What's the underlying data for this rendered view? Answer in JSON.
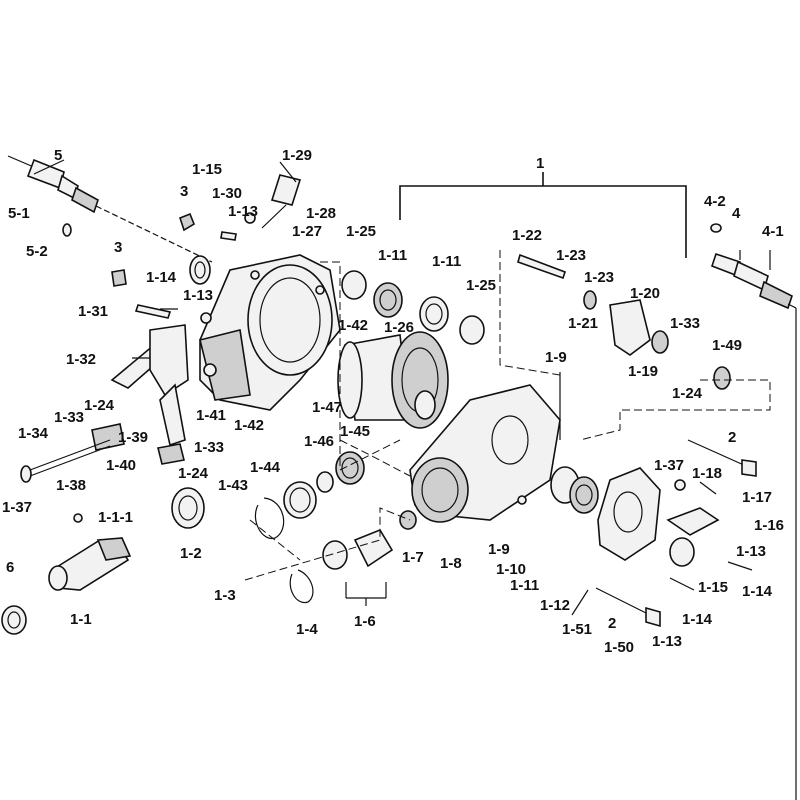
{
  "labels": {
    "l_1": "1",
    "l_1_1": "1-1",
    "l_1_1_1": "1-1-1",
    "l_1_2": "1-2",
    "l_1_3": "1-3",
    "l_1_4": "1-4",
    "l_1_6": "1-6",
    "l_1_7": "1-7",
    "l_1_8": "1-8",
    "l_1_9a": "1-9",
    "l_1_9b": "1-9",
    "l_1_10": "1-10",
    "l_1_11a": "1-11",
    "l_1_11b": "1-11",
    "l_1_11c": "1-11",
    "l_1_12": "1-12",
    "l_1_13a": "1-13",
    "l_1_13b": "1-13",
    "l_1_13c": "1-13",
    "l_1_13d": "1-13",
    "l_1_14a": "1-14",
    "l_1_14b": "1-14",
    "l_1_14c": "1-14",
    "l_1_15a": "1-15",
    "l_1_15b": "1-15",
    "l_1_16": "1-16",
    "l_1_17": "1-17",
    "l_1_18": "1-18",
    "l_1_19": "1-19",
    "l_1_20": "1-20",
    "l_1_21": "1-21",
    "l_1_22": "1-22",
    "l_1_23a": "1-23",
    "l_1_23b": "1-23",
    "l_1_24a": "1-24",
    "l_1_24b": "1-24",
    "l_1_24c": "1-24",
    "l_1_25a": "1-25",
    "l_1_25b": "1-25",
    "l_1_26": "1-26",
    "l_1_27": "1-27",
    "l_1_28": "1-28",
    "l_1_29": "1-29",
    "l_1_30": "1-30",
    "l_1_31": "1-31",
    "l_1_32": "1-32",
    "l_1_33a": "1-33",
    "l_1_33b": "1-33",
    "l_1_33c": "1-33",
    "l_1_34": "1-34",
    "l_1_37a": "1-37",
    "l_1_37b": "1-37",
    "l_1_38": "1-38",
    "l_1_39": "1-39",
    "l_1_40": "1-40",
    "l_1_41": "1-41",
    "l_1_42a": "1-42",
    "l_1_42b": "1-42",
    "l_1_43": "1-43",
    "l_1_44": "1-44",
    "l_1_45": "1-45",
    "l_1_46": "1-46",
    "l_1_47": "1-47",
    "l_1_49": "1-49",
    "l_1_50": "1-50",
    "l_1_51": "1-51",
    "l_2a": "2",
    "l_2b": "2",
    "l_3a": "3",
    "l_3b": "3",
    "l_4": "4",
    "l_4_1": "4-1",
    "l_4_2": "4-2",
    "l_5": "5",
    "l_5_1": "5-1",
    "l_5_2": "5-2",
    "l_6": "6"
  }
}
